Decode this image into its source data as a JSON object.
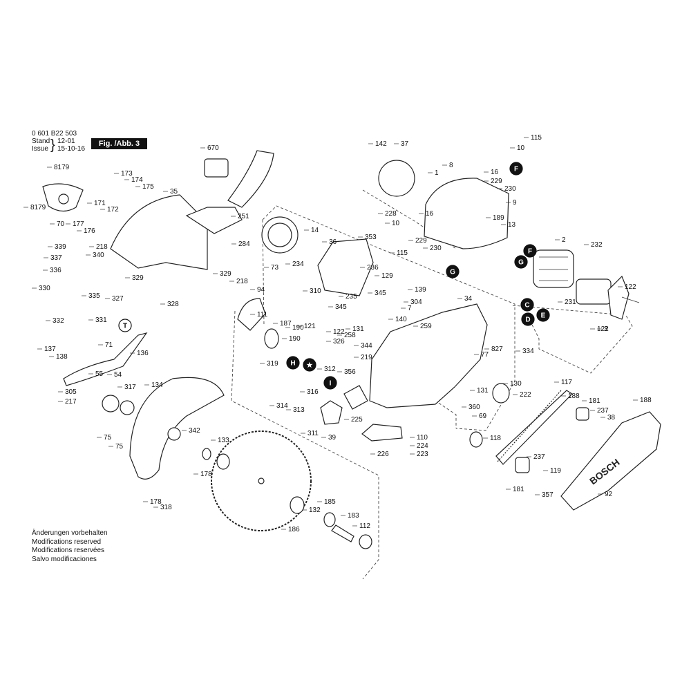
{
  "header": {
    "doc_number": "0 601 B22 503",
    "stand_label": "Stand",
    "issue_label": "Issue",
    "brace": "}",
    "stand_date": "12-01",
    "issue_date": "15-10-16",
    "figure_label": "Fig. /Abb. 3"
  },
  "notes": [
    "Änderungen vorbehalten",
    "Modifications reserved",
    "Modifications reservées",
    "Salvo modificaciones"
  ],
  "brand_text": "BOSCH",
  "callouts": [
    "F",
    "G",
    "F",
    "G",
    "C",
    "D",
    "E",
    "T",
    "H",
    "★",
    "I"
  ],
  "part_numbers": [
    "670",
    "142",
    "37",
    "115",
    "10",
    "1",
    "8",
    "16",
    "229",
    "230",
    "9",
    "228",
    "10",
    "16",
    "189",
    "13",
    "8179",
    "8179",
    "70",
    "173",
    "174",
    "175",
    "35",
    "171",
    "172",
    "177",
    "176",
    "251",
    "284",
    "339",
    "337",
    "218",
    "340",
    "336",
    "330",
    "329",
    "329",
    "335",
    "327",
    "328",
    "353",
    "14",
    "36",
    "73",
    "234",
    "115",
    "229",
    "230",
    "232",
    "2",
    "236",
    "129",
    "139",
    "310",
    "235",
    "345",
    "345",
    "304",
    "7",
    "140",
    "259",
    "34",
    "131",
    "122",
    "231",
    "3",
    "122",
    "218",
    "94",
    "111",
    "187",
    "190",
    "190",
    "121",
    "122",
    "326",
    "258",
    "344",
    "219",
    "827",
    "334",
    "332",
    "331",
    "71",
    "136",
    "137",
    "138",
    "305",
    "217",
    "55",
    "54",
    "317",
    "319",
    "312",
    "314",
    "316",
    "313",
    "225",
    "356",
    "77",
    "130",
    "131",
    "222",
    "360",
    "69",
    "134",
    "342",
    "133",
    "178",
    "75",
    "75",
    "178",
    "318",
    "311",
    "39",
    "226",
    "110",
    "224",
    "223",
    "118",
    "117",
    "188",
    "181",
    "237",
    "38",
    "188",
    "237",
    "119",
    "181",
    "357",
    "92",
    "185",
    "132",
    "186",
    "183",
    "112"
  ],
  "icons": [
    "dust-bag",
    "saw-blade",
    "motor-field",
    "armature",
    "drive-belt",
    "handle"
  ]
}
